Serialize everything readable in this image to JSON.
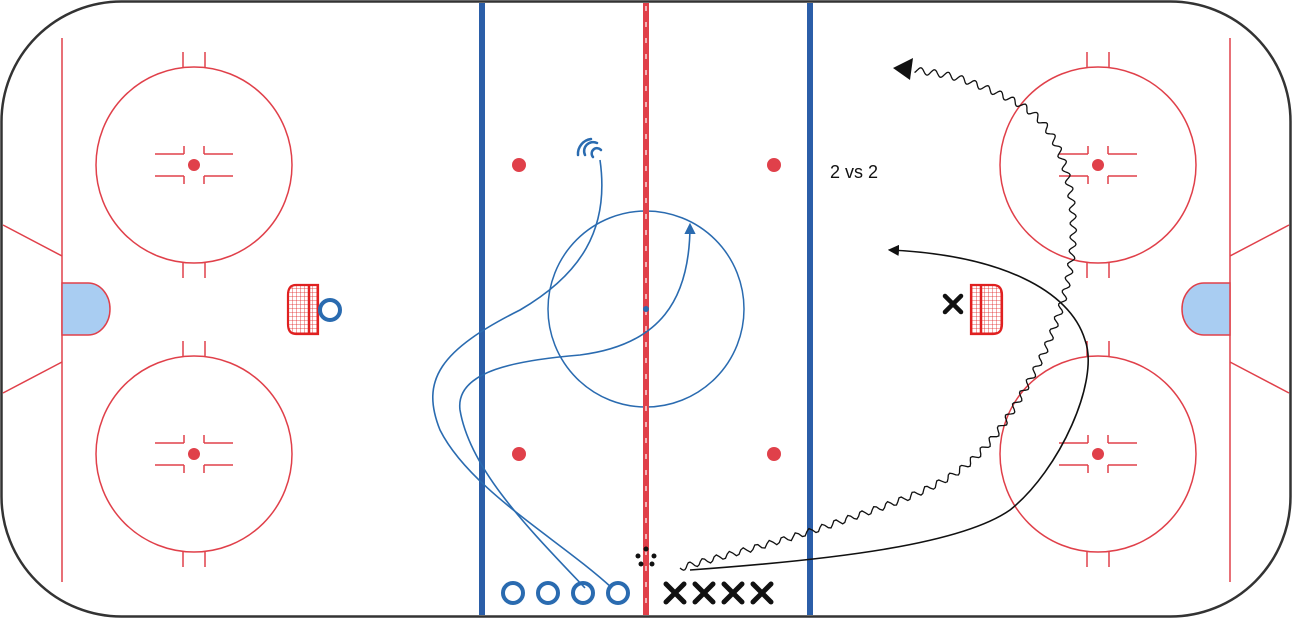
{
  "diagram": {
    "annotation": "2 vs 2"
  },
  "colors": {
    "boards": "#333333",
    "red_line": "#e0404a",
    "blue_line": "#2b5ea8",
    "crease": "#a9cdf2",
    "team_o": "#2a6bb0",
    "team_x": "#111111",
    "net": "#e02020"
  },
  "players": {
    "o_count": 4,
    "x_count": 4,
    "x_defender_count": 1,
    "o_defender_count": 1
  },
  "icons": {
    "o_player": "circle-o-player-icon",
    "x_player": "x-player-icon",
    "net": "hockey-net-icon",
    "puck_pile": "pucks-icon",
    "shot": "shot-arc-icon"
  }
}
